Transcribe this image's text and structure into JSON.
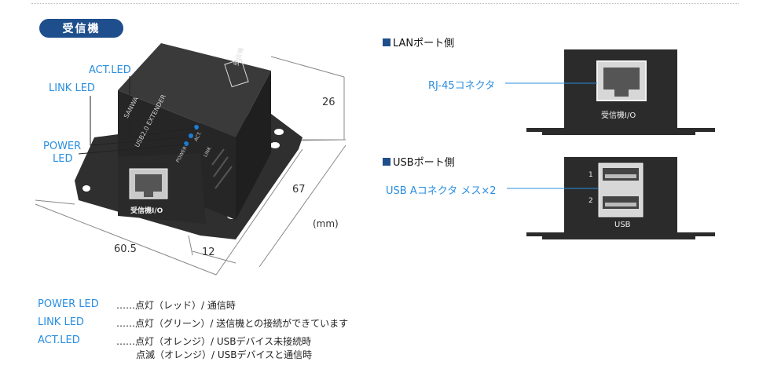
{
  "section_badge": "受信機",
  "callouts": {
    "act_led": "ACT.LED",
    "link_led": "LINK LED",
    "power_led_1": "POWER",
    "power_led_2": "LED"
  },
  "device_labels": {
    "port_label": "受信機I/O",
    "brand": "SANWA",
    "model": "USB2.0 EXTENDER",
    "power": "POWER",
    "link": "LINK",
    "act": "ACT.",
    "stamp": "受信機"
  },
  "dimensions": {
    "height": "26",
    "depth": "67",
    "width": "60.5",
    "flange": "12",
    "unit": "(mm)"
  },
  "lan_side": {
    "heading": "LANポート側",
    "callout": "RJ-45コネクタ",
    "port_label": "受信機I/O"
  },
  "usb_side": {
    "heading": "USBポート側",
    "callout": "USB Aコネクタ メス×2",
    "port1": "1",
    "port2": "2",
    "port_label": "USB"
  },
  "legend": [
    {
      "key": "POWER LED",
      "value": "……点灯（レッド）/ 通信時"
    },
    {
      "key": "LINK LED",
      "value": "……点灯（グリーン）/ 送信機との接続ができています"
    },
    {
      "key": "ACT.LED",
      "value": "……点灯（オレンジ）/ USBデバイス未接続時"
    },
    {
      "key": "",
      "value": "点滅（オレンジ）/ USBデバイスと通信時"
    }
  ],
  "colors": {
    "accent": "#1e4f8c",
    "callout": "#2a8ee0",
    "device": "#2b2b2b"
  }
}
